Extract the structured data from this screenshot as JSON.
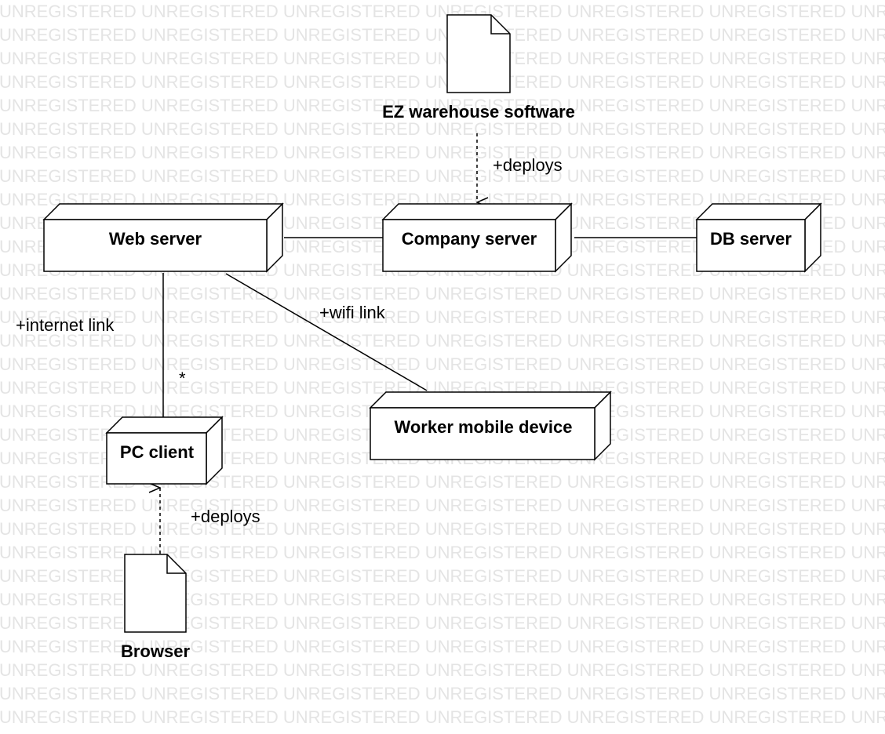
{
  "watermark": {
    "text": "UNREGISTERED",
    "rows": 31,
    "repeats": 7
  },
  "nodes": {
    "web_server": "Web server",
    "company_server": "Company server",
    "db_server": "DB server",
    "pc_client": "PC client",
    "worker_mobile": "Worker mobile device"
  },
  "artifacts": {
    "ez_software": "EZ warehouse software",
    "browser": "Browser"
  },
  "labels": {
    "deploys_top": "+deploys",
    "deploys_bottom": "+deploys",
    "internet_link": "+internet link",
    "wifi_link": "+wifi link",
    "multiplicity": "*"
  }
}
